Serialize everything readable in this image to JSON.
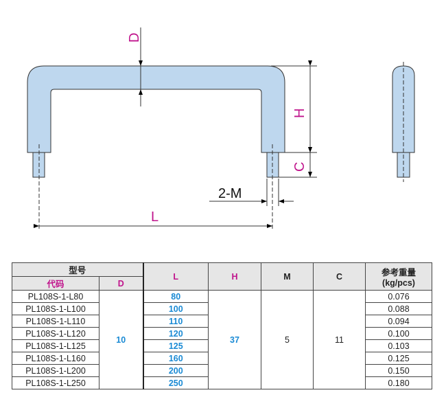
{
  "drawing": {
    "labels": {
      "D": "D",
      "H": "H",
      "C": "C",
      "L": "L",
      "M": "2-M"
    },
    "colors": {
      "body": "#bed7ee",
      "label": "#c0148c"
    }
  },
  "table": {
    "header": {
      "model": "型号",
      "code": "代码",
      "D": "D",
      "L": "L",
      "H": "H",
      "M": "M",
      "C": "C",
      "weight": "参考重量",
      "weight_unit": "(kg/pcs)"
    },
    "shared": {
      "D": "10",
      "H": "37",
      "M": "5",
      "C": "11"
    },
    "rows": [
      {
        "code": "PL108S-1-L80",
        "L": "80",
        "weight": "0.076"
      },
      {
        "code": "PL108S-1-L100",
        "L": "100",
        "weight": "0.088"
      },
      {
        "code": "PL108S-1-L110",
        "L": "110",
        "weight": "0.094"
      },
      {
        "code": "PL108S-1-L120",
        "L": "120",
        "weight": "0.100"
      },
      {
        "code": "PL108S-1-L125",
        "L": "125",
        "weight": "0.103"
      },
      {
        "code": "PL108S-1-L160",
        "L": "160",
        "weight": "0.125"
      },
      {
        "code": "PL108S-1-L200",
        "L": "200",
        "weight": "0.150"
      },
      {
        "code": "PL108S-1-L250",
        "L": "250",
        "weight": "0.180"
      }
    ]
  }
}
